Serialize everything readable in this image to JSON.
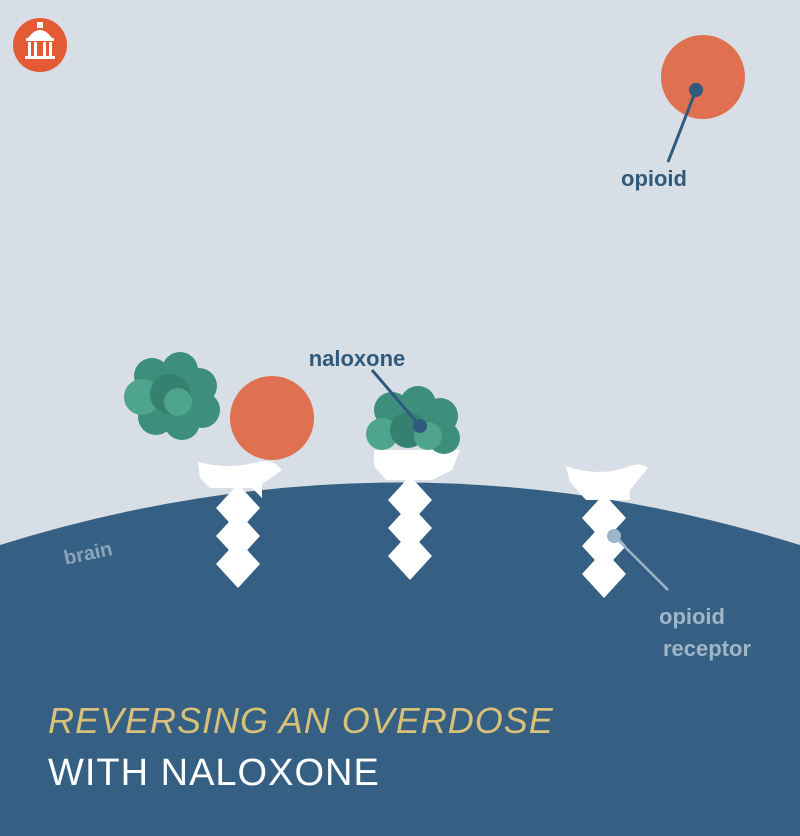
{
  "title": {
    "line1": "REVERSING AN OVERDOSE",
    "line2": "WITH NALOXONE"
  },
  "labels": {
    "opioid": "opioid",
    "naloxone": "naloxone",
    "brain": "brain",
    "receptor_line1": "opioid",
    "receptor_line2": "receptor"
  },
  "colors": {
    "background": "#d8dee6",
    "brain": "#366083",
    "opioid": "#e07150",
    "naloxone": "#3d8e7a",
    "label_dark": "#2f5a7e",
    "label_light": "#9fb6c8",
    "title_accent": "#d8c07a",
    "logo": "#e35a34"
  },
  "logo": {
    "icon": "capitol-dome-icon"
  }
}
